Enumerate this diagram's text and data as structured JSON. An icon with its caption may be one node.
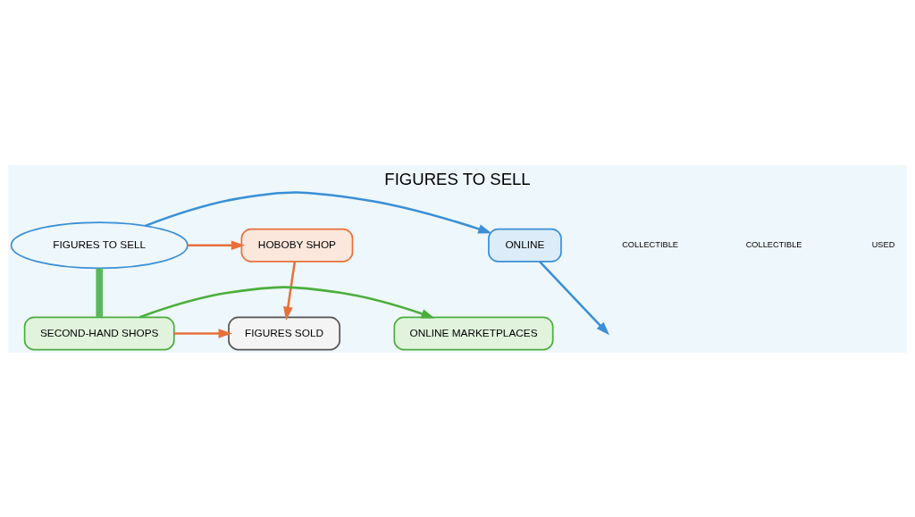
{
  "diagram": {
    "title": "FIGURES TO SELL",
    "nodes": [
      {
        "text": [
          "FIGURES TO SELL"
        ]
      },
      {
        "text": [
          "ONLINE"
        ]
      },
      {
        "text": [
          "HOBOBY SHOP"
        ]
      },
      {
        "text": [
          "ONLINE MARKETPLACES"
        ]
      },
      {
        "text": [
          "SECOND-HAND SHOPS"
        ]
      },
      {
        "text": [
          "FIGURES SOLD"
        ]
      }
    ],
    "edges": [
      {
        "from": 0,
        "to": 1,
        "arrow": "to",
        "color": "#3a8fd6"
      },
      {
        "from": 0,
        "to": 2,
        "arrow": "to"
      },
      {
        "from": 2,
        "to": 5,
        "arrow": "to"
      },
      {
        "from": 0,
        "to": 4,
        "arrow": "none",
        "style": "thick",
        "color": "#5cb85c"
      },
      {
        "from": 4,
        "to": 3,
        "arrow": "to",
        "color": "#4cae3c"
      },
      {
        "from": 4,
        "to": 5,
        "arrow": "to"
      },
      {
        "from": 1,
        "to": null,
        "arrow": "to",
        "color": "#3a8fd6"
      }
    ],
    "labels": [
      "COLLECTIBLE",
      "COLLECTIBLE",
      "USED"
    ]
  }
}
